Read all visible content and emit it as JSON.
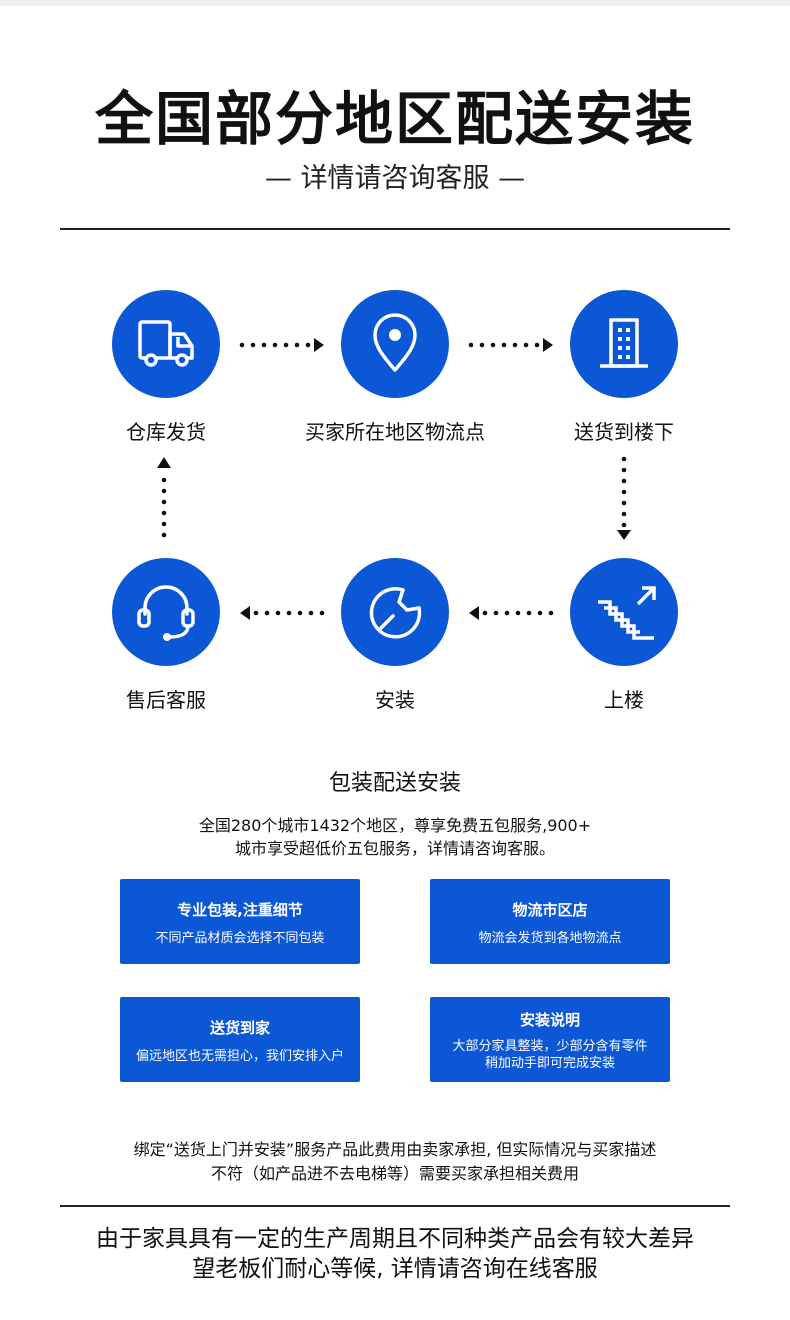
{
  "header": {
    "title": "全国部分地区配送安装",
    "subtitle": "— 详情请咨询客服 —"
  },
  "flow": {
    "steps": [
      {
        "label": "仓库发货",
        "icon": "truck-icon"
      },
      {
        "label": "买家所在地区物流点",
        "icon": "location-pin-icon"
      },
      {
        "label": "送货到楼下",
        "icon": "building-icon"
      },
      {
        "label": "上楼",
        "icon": "stairs-icon"
      },
      {
        "label": "安装",
        "icon": "wrench-icon"
      },
      {
        "label": "售后客服",
        "icon": "headset-icon"
      }
    ]
  },
  "section": {
    "title": "包装配送安装",
    "desc_line1": "全国280个城市1432个地区，尊享免费五包服务,900+",
    "desc_line2": "城市享受超低价五包服务，详情请咨询客服。"
  },
  "cards": [
    {
      "title": "专业包装,注重细节",
      "text": "不同产品材质会选择不同包装"
    },
    {
      "title": "物流市区店",
      "text": "物流会发货到各地物流点"
    },
    {
      "title": "送货到家",
      "text": "偏远地区也无需担心，我们安排入户"
    },
    {
      "title": "安装说明",
      "text_line1": "大部分家具整装，少部分含有零件",
      "text_line2": "稍加动手即可完成安装"
    }
  ],
  "note": {
    "line1": "绑定“送货上门并安装”服务产品此费用由卖家承担, 但实际情况与买家描述",
    "line2": "不符（如产品进不去电梯等）需要买家承担相关费用"
  },
  "footer": {
    "line1": "由于家具具有一定的生产周期且不同种类产品会有较大差异",
    "line2": "望老板们耐心等候, 详情请咨询在线客服"
  },
  "colors": {
    "accent": "#0b57d6",
    "text": "#111111"
  }
}
